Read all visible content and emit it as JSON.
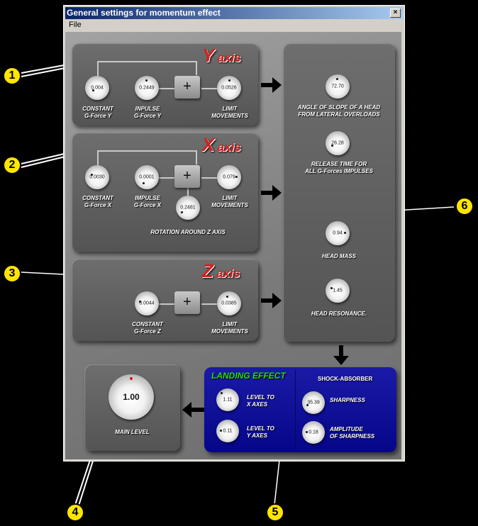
{
  "window": {
    "title": "General settings for momentum effect",
    "close_glyph": "×",
    "menu": {
      "file": "File"
    }
  },
  "y_panel": {
    "axis_letter": "Y",
    "axis_word": "axis",
    "knobs": [
      {
        "value": "0.004",
        "label_1": "CONSTANT",
        "label_2": "G-Force Y"
      },
      {
        "value": "0.2449",
        "label_1": "INPULSE",
        "label_2": "G-Force Y"
      },
      {
        "value": "0.0526",
        "label_1": "LIMIT",
        "label_2": "MOVEMENTS"
      }
    ],
    "plus": "+"
  },
  "x_panel": {
    "axis_letter": "X",
    "axis_word": "axis",
    "knobs": [
      {
        "value": "0.0030",
        "label_1": "CONSTANT",
        "label_2": "G-Force X"
      },
      {
        "value": "0.0001",
        "label_1": "IMPULSE",
        "label_2": "G-Force X"
      },
      {
        "value": "0.079",
        "label_1": "LIMIT",
        "label_2": "MOVEMENTS"
      }
    ],
    "rotation": {
      "value": "0.2481",
      "label": "ROTATION AROUND Z AXIS"
    },
    "plus": "+"
  },
  "z_panel": {
    "axis_letter": "Z",
    "axis_word": "axis",
    "knobs": [
      {
        "value": "0.0044",
        "label_1": "CONSTANT",
        "label_2": "G-Force Z"
      },
      {
        "value": "0.0385",
        "label_1": "LIMIT",
        "label_2": "MOVEMENTS"
      }
    ],
    "plus": "+"
  },
  "head_panel": {
    "knobs": [
      {
        "value": "72.70",
        "label_1": "ANGLE OF SLOPE OF A HEAD",
        "label_2": "FROM LATERAL OVERLOADS"
      },
      {
        "value": "26.28",
        "label_1": "RELEASE TIME FOR",
        "label_2": "ALL  G-Forces IMPULSES"
      },
      {
        "value": "0.94",
        "label_1": "HEAD MASS",
        "label_2": ""
      },
      {
        "value": "1.45",
        "label_1": "HEAD RESONANCE.",
        "label_2": ""
      }
    ]
  },
  "main_level": {
    "value": "1.00",
    "label": "MAIN LEVEL"
  },
  "landing": {
    "title": "LANDING  EFFECT",
    "level_x": {
      "value": "1.11",
      "label_1": "LEVEL TO",
      "label_2": "X AXES"
    },
    "level_y": {
      "value": "0.11",
      "label_1": "LEVEL TO",
      "label_2": "Y AXES"
    },
    "shock_title": "SHOCK-ABSORBER",
    "sharpness": {
      "value": "35.39",
      "label_1": "SHARPNESS",
      "label_2": ""
    },
    "amplitude": {
      "value": "0.18",
      "label_1": "AMPLITUDE",
      "label_2": "OF SHARPNESS"
    }
  },
  "callouts": [
    "1",
    "2",
    "3",
    "4",
    "5",
    "6"
  ],
  "colors": {
    "axis_red": "#d52020",
    "landing_green": "#22e000",
    "landing_blue": "#06068a",
    "callout_yellow": "#ffe600"
  }
}
